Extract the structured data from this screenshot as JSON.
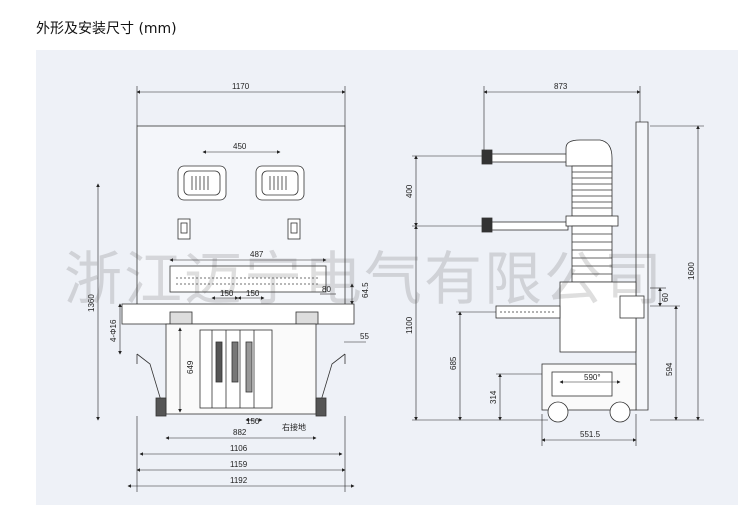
{
  "title": "外形及安装尺寸 (mm)",
  "watermark": "浙江迈宁电气有限公司",
  "front_view": {
    "dims": {
      "w1170": "1170",
      "w450": "450",
      "w487": "487",
      "w150a": "150",
      "w150b": "150",
      "w80": "80",
      "w64": "64.5",
      "w55": "55",
      "h1360": "1360",
      "h4phi": "4-Φ16",
      "h649": "649",
      "w150c": "150",
      "ground": "右接地",
      "w882": "882",
      "w1106": "1106",
      "w1159": "1159",
      "w1192": "1192"
    }
  },
  "side_view": {
    "dims": {
      "w873": "873",
      "h400": "400",
      "h1100": "1100",
      "h685": "685",
      "h314": "314",
      "h1600": "1600",
      "h594": "594",
      "h60": "60",
      "w590": "590°",
      "w551": "551.5"
    }
  }
}
